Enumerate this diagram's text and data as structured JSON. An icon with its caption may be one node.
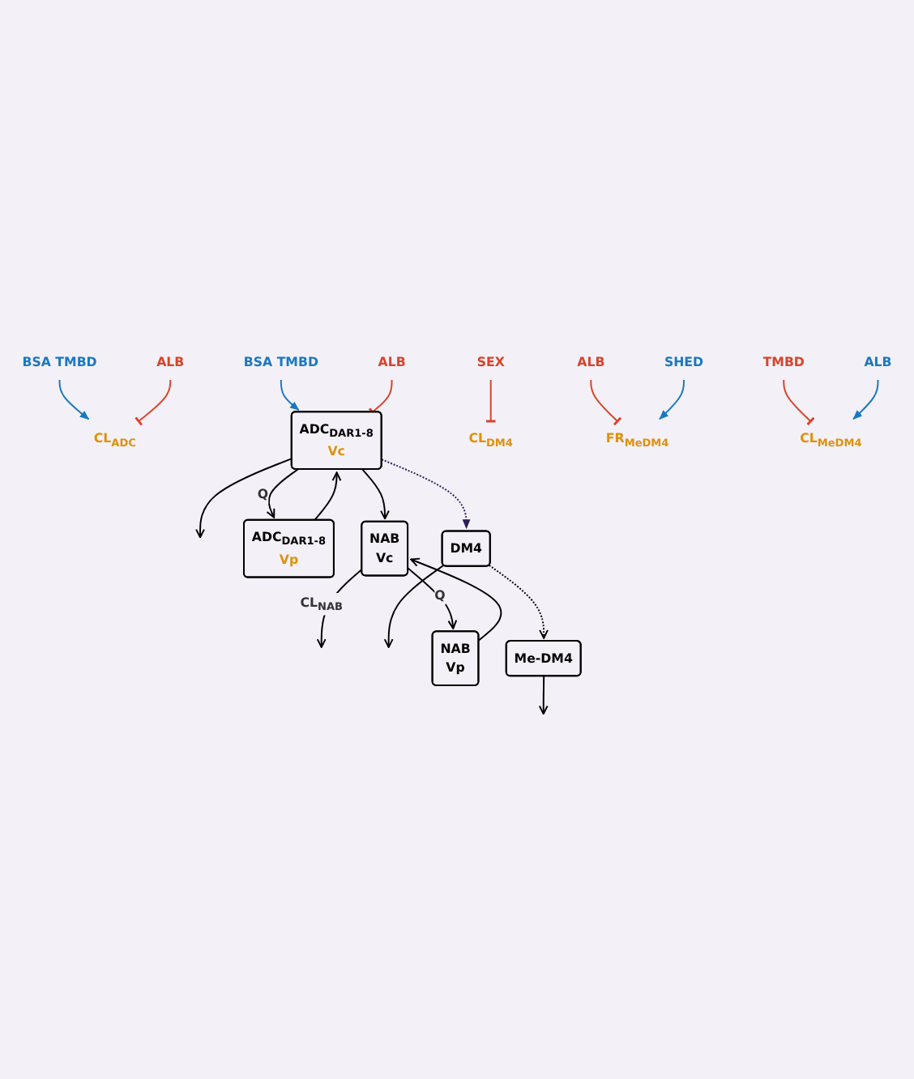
{
  "diagram": {
    "nodes": [
      {
        "text": [
          "BSA TMBD"
        ]
      },
      {
        "text": [
          "ALB"
        ]
      },
      {
        "text": [
          "BSA TMBD"
        ]
      },
      {
        "text": [
          "ALB"
        ]
      },
      {
        "text": [
          "CL$_{ADC}$"
        ]
      },
      {
        "text": [
          "ADC$_{DAR1-8}$",
          "Vc"
        ]
      },
      {
        "text": [
          "ADC$_{DAR1-8}$",
          "Vp"
        ]
      },
      {
        "text": [
          "NAB",
          "Vc"
        ]
      },
      {
        "text": [
          "NAB",
          "Vp"
        ]
      },
      {
        "text": [
          "DM4"
        ]
      },
      {
        "text": [
          "CL$_{DM4}$"
        ]
      },
      {
        "text": [
          "FR$_{MeDM4}$"
        ]
      },
      {
        "text": [
          "Me-DM4"
        ]
      },
      {
        "text": [
          "SEX"
        ]
      },
      {
        "text": [
          "ALB"
        ]
      },
      {
        "text": [
          "SHED"
        ]
      },
      {
        "text": [
          "CL$_{MeDM4}$"
        ]
      },
      {
        "text": [
          "TMBD"
        ]
      },
      {
        "text": [
          "ALB"
        ]
      }
    ],
    "edges": [
      {
        "from": 0,
        "to": 4,
        "arrow": "to",
        "color": "#1a78c2"
      },
      {
        "from": 1,
        "to": 4,
        "arrow": "other",
        "color": "#d9432b"
      },
      {
        "from": 2,
        "to": 5,
        "arrow": "to",
        "color": "#1a78c2"
      },
      {
        "from": 3,
        "to": 5,
        "arrow": "other",
        "color": "#d9432b"
      },
      {
        "from": 5,
        "to": null,
        "arrow": "to"
      },
      {
        "from": 5,
        "to": 6,
        "arrow": "to",
        "label": "Q"
      },
      {
        "from": 6,
        "to": 5,
        "arrow": "to"
      },
      {
        "from": 5,
        "to": 7,
        "arrow": "to"
      },
      {
        "from": 5,
        "to": 9,
        "arrow": "to",
        "style": "dashed",
        "color": "#2e1a5c"
      },
      {
        "from": 7,
        "to": 8,
        "arrow": "to",
        "label": "Q"
      },
      {
        "from": 8,
        "to": 7,
        "arrow": "to"
      },
      {
        "from": 7,
        "to": null,
        "arrow": "to",
        "label": "CL$_{NAB}$"
      },
      {
        "from": 9,
        "to": null,
        "arrow": "to"
      },
      {
        "from": 13,
        "to": 10,
        "arrow": "other",
        "color": "#d9432b"
      },
      {
        "from": 9,
        "to": 12,
        "arrow": "to",
        "style": "dashed"
      },
      {
        "from": 14,
        "to": 11,
        "arrow": "other",
        "color": "#d9432b"
      },
      {
        "from": 15,
        "to": 11,
        "arrow": "to",
        "color": "#1a78c2"
      },
      {
        "from": 12,
        "to": null,
        "arrow": "to"
      },
      {
        "from": 17,
        "to": 16,
        "arrow": "other",
        "color": "#d9432b"
      },
      {
        "from": 18,
        "to": 16,
        "arrow": "to",
        "color": "#1a78c2"
      }
    ]
  }
}
